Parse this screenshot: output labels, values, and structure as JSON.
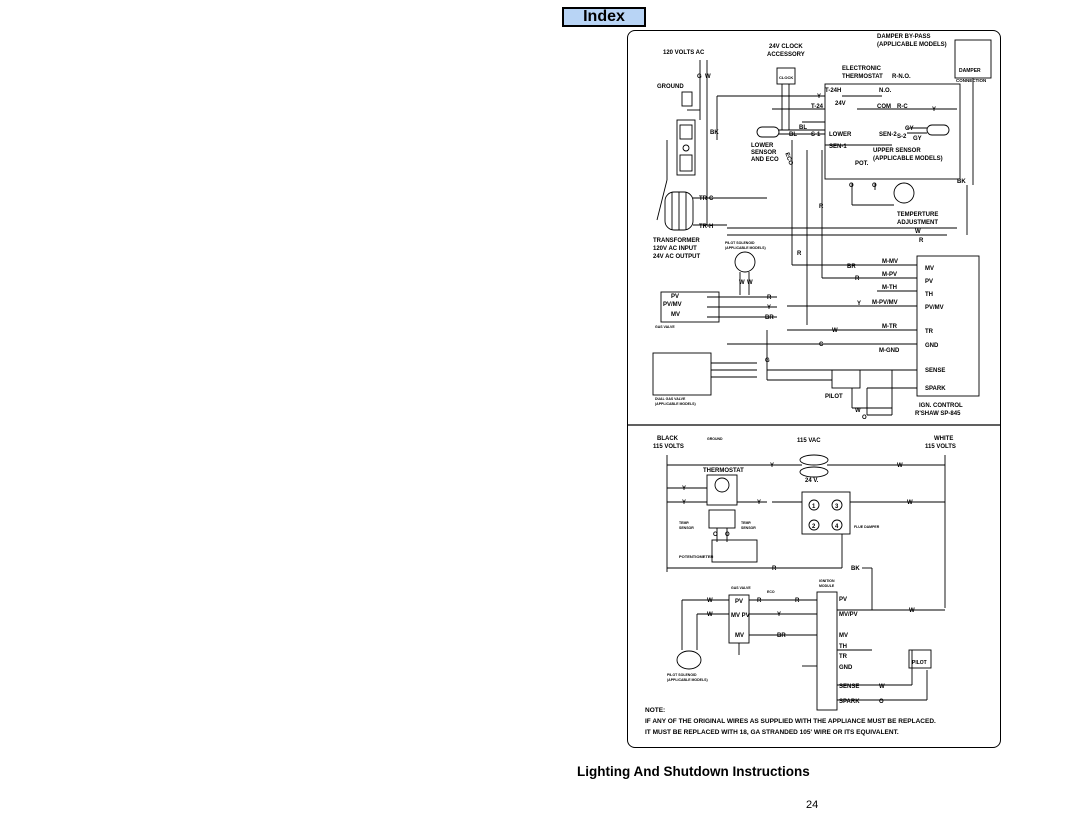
{
  "nav": {
    "index_label": "Index"
  },
  "upper": {
    "volts_120": "120 VOLTS AC",
    "g": "G",
    "w": "W",
    "ground": "GROUND",
    "bk": "BK",
    "clock_24v": "24V CLOCK",
    "accessory": "ACCESSORY",
    "clock": "CLOCK",
    "damper_bypass": "DAMPER BY-PASS",
    "applicable_models": "(APPLICABLE MODELS)",
    "damper": "DAMPER",
    "connection": "CONNECTION",
    "electronic": "ELECTRONIC",
    "thermostat": "THERMOSTAT",
    "r_no": "R-N.O.",
    "no": "N.O.",
    "y": "Y",
    "t24h": "T-24H",
    "v24": "24V",
    "t24": "T-24",
    "com": "COM",
    "r_c": "R-C",
    "bl": "BL",
    "s1": "S-1",
    "lower": "LOWER",
    "sen2": "SEN-2",
    "gy": "GY",
    "s2": "S-2",
    "lower_sensor_and_eco": [
      "LOWER",
      "SENSOR",
      "AND ECO"
    ],
    "eco": "ECO",
    "sen1": "SEN-1",
    "upper_sensor": "UPPER SENSOR",
    "applicable_models_b": "(APPLICABLE MODELS)",
    "pot": "POT.",
    "o": "O",
    "r": "R",
    "trc": "TR-C",
    "trh": "TR-H",
    "temperature_adjustment": [
      "TEMPERTURE",
      "ADJUSTMENT"
    ],
    "transformer_block": [
      "TRANSFORMER",
      "120V AC INPUT",
      "24V AC OUTPUT"
    ],
    "pilot_solenoid": [
      "PILOT SOLENOID",
      "(APPLICABLE MODELS)"
    ],
    "pv": "PV",
    "pvmv": "PV/MV",
    "mv": "MV",
    "gas_valve": "GAS VALVE",
    "br": "BR",
    "c": "C",
    "pilot": "PILOT",
    "dual_gas_valve": [
      "DUAL GAS VALVE",
      "(APPLICABLE MODELS)"
    ],
    "ign_terms": [
      "M-MV",
      "M-PV",
      "M-TH",
      "M-PV/MV",
      "M-TR",
      "M-GND"
    ],
    "ign_labels": [
      "MV",
      "PV",
      "TH",
      "PV/MV",
      "TR",
      "GND",
      "SENSE",
      "SPARK"
    ],
    "ign_control": "IGN. CONTROL",
    "rshaw": "R'SHAW SP-845"
  },
  "lower": {
    "black": "BLACK",
    "volts_115": "115 VOLTS",
    "ground": "GROUND",
    "vac_115": "115 VAC",
    "white": "WHITE",
    "volts_115_b": "115 VOLTS",
    "y": "Y",
    "w": "W",
    "v24": "24 V.",
    "thermostat": "THERMOSTAT",
    "temp_sensor": [
      "TEMP.",
      "SENSOR"
    ],
    "o": "O",
    "potentiometer": "POTENTIOMETER",
    "flue_damper": "FLUE DAMPER",
    "terms": [
      "1",
      "3",
      "2",
      "4"
    ],
    "r": "R",
    "bk": "BK",
    "gas_valve": "GAS VALVE",
    "eco": "ECO",
    "ignition_module": [
      "IGNITION",
      "MODULE"
    ],
    "pv": "PV",
    "mvpv": "MV PV",
    "mv": "MV",
    "br": "BR",
    "module_labels": [
      "PV",
      "MV/PV",
      "MV",
      "TH",
      "TR",
      "GND",
      "SENSE",
      "SPARK"
    ],
    "pilot": "PILOT",
    "pilot_solenoid": [
      "PILOT SOLENOID",
      "(APPLICABLE MODELS)"
    ]
  },
  "note": {
    "label": "NOTE:",
    "line1": "IF ANY OF THE ORIGINAL WIRES AS SUPPLIED WITH THE APPLIANCE MUST BE REPLACED.",
    "line2": "IT MUST BE REPLACED WITH 18, GA STRANDED 105' WIRE OR ITS EQUIVALENT."
  },
  "footer": {
    "section_title": "Lighting And Shutdown Instructions",
    "page_number": "24"
  }
}
